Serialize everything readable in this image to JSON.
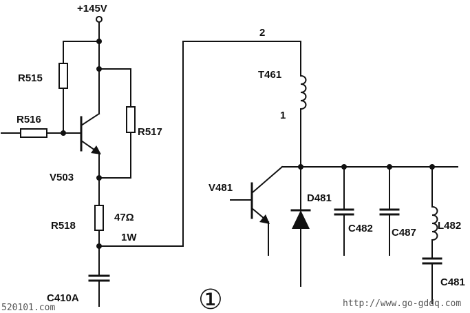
{
  "labels": {
    "supply": "+145V",
    "r515": "R515",
    "r516": "R516",
    "r517": "R517",
    "v503": "V503",
    "r518": "R518",
    "r518_value": "47Ω",
    "r518_power": "1W",
    "c410a": "C410A",
    "t461": "T461",
    "pin2": "2",
    "pin1": "1",
    "v481": "V481",
    "d481": "D481",
    "c482": "C482",
    "c487": "C487",
    "l482": "L482",
    "c481": "C481",
    "circle_mark": "①"
  },
  "watermarks": {
    "left": "520101.com",
    "right": "http://www.go-gddq.com"
  }
}
